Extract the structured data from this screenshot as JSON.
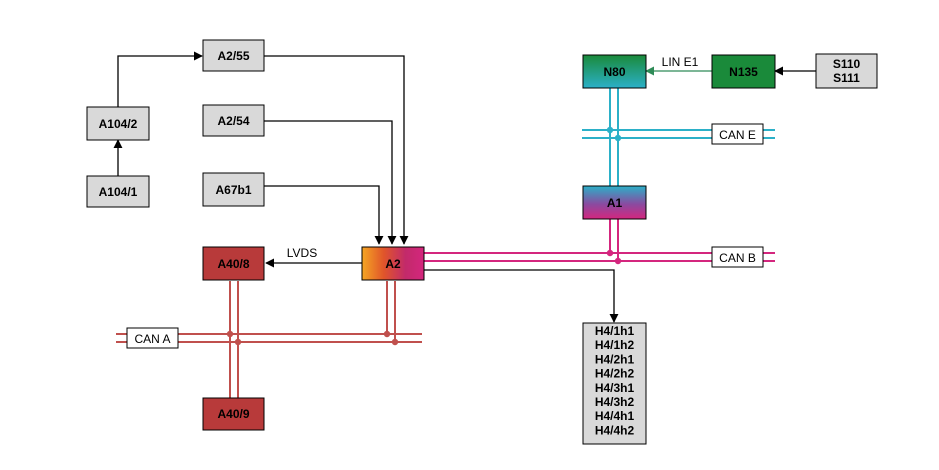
{
  "nodes": {
    "a2_55": "A2/55",
    "a2_54": "A2/54",
    "a104_2": "A104/2",
    "a104_1": "A104/1",
    "a67b1": "A67b1",
    "a40_8": "A40/8",
    "a40_9": "A40/9",
    "a2": "A2",
    "a1": "A1",
    "n80": "N80",
    "n135": "N135",
    "s110": "S110",
    "s111": "S111",
    "h4_list": [
      "H4/1h1",
      "H4/1h2",
      "H4/2h1",
      "H4/2h2",
      "H4/3h1",
      "H4/3h2",
      "H4/4h1",
      "H4/4h2"
    ]
  },
  "buses": {
    "can_a": "CAN A",
    "can_b": "CAN B",
    "can_e": "CAN E",
    "lvds": "LVDS",
    "lin_e1": "LIN E1"
  },
  "colors": {
    "gray_fill": "#d9d9d9",
    "red_fill": "#b83a3a",
    "green_fill": "#1a8a3a",
    "can_a_line": "#c0504d",
    "can_b_line": "#d4267e",
    "can_e_line": "#2bb0c8",
    "lin_line": "#2e8b57"
  }
}
